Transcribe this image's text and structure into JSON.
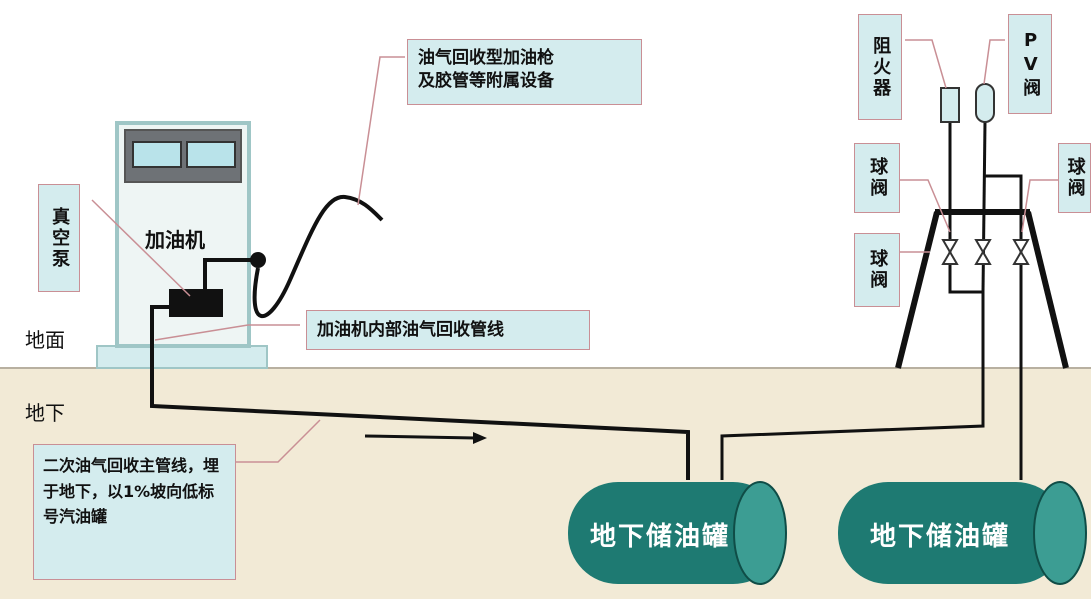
{
  "labels": {
    "nozzle": "油气回收型加油枪\n及胶管等附属设备",
    "vacuum_pump": "真空泵",
    "dispenser": "加油机",
    "internal_line": "加油机内部油气回收管线",
    "ground": "地面",
    "underground": "地下",
    "main_pipe": "二次油气回收主管线，埋于地下，以1%坡向低标号汽油罐",
    "flame_arrester": "阻火器",
    "pv_valve": "PV阀",
    "ball_valve_left": "球阀",
    "ball_valve_right": "球阀",
    "ball_valve_lower": "球阀",
    "tank_1": "地下储油罐",
    "tank_2": "地下储油罐"
  },
  "colors": {
    "label_fill": "#d4ecee",
    "label_border": "#c98f95",
    "ground_fill": "#f2ead6",
    "tank_body": "#1e7a72",
    "tank_end": "#3c9d93",
    "pipe": "#111111",
    "dispenser_body": "#eef5f4",
    "dispenser_border": "#9fc6c6"
  }
}
